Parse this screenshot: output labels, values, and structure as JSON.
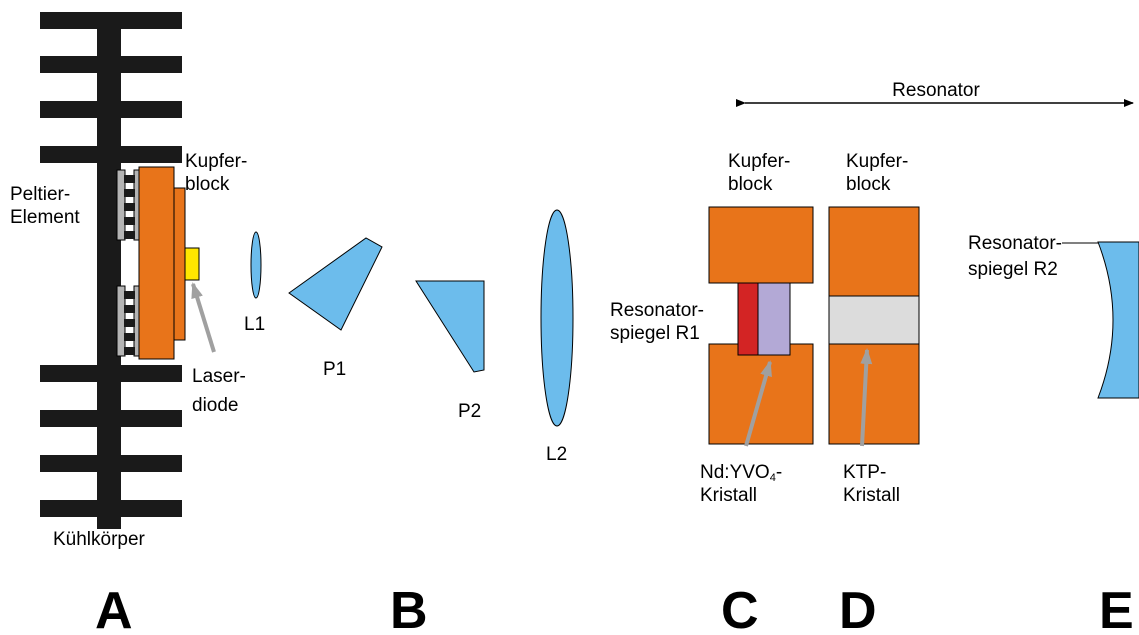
{
  "colors": {
    "heatsink": "#1a1a1a",
    "copper": "#e8741a",
    "optic": "#6cbcec",
    "diode": "#ffe600",
    "r1_mirror": "#d32424",
    "yvo4_crystal": "#b3a9d6",
    "ktp_crystal": "#dcdcdc",
    "pointer": "#a0a0a0",
    "peltier": "#b4b4b4"
  },
  "labels": {
    "kuehlkoerper": "Kühlkörper",
    "peltier_line1": "Peltier-",
    "peltier_line2": "Element",
    "kupfer_line1": "Kupfer-",
    "kupfer_line2": "block",
    "laser_line1": "Laser-",
    "laser_line2": "diode",
    "l1": "L1",
    "p1": "P1",
    "p2": "P2",
    "l2": "L2",
    "resonator": "Resonator",
    "kupfer_c_line1": "Kupfer-",
    "kupfer_c_line2": "block",
    "kupfer_d_line1": "Kupfer-",
    "kupfer_d_line2": "block",
    "r1_line1": "Resonator-",
    "r1_line2": "spiegel R1",
    "yvo4_line1_a": "Nd:YVO",
    "yvo4_line1_sub": "4",
    "yvo4_line1_b": "-",
    "yvo4_line2": "Kristall",
    "ktp_line1": "KTP-",
    "ktp_line2": "Kristall",
    "r2_line1": "Resonator-",
    "r2_line2": "spiegel R2"
  },
  "sections": {
    "a": "A",
    "b": "B",
    "c": "C",
    "d": "D",
    "e": "E"
  }
}
